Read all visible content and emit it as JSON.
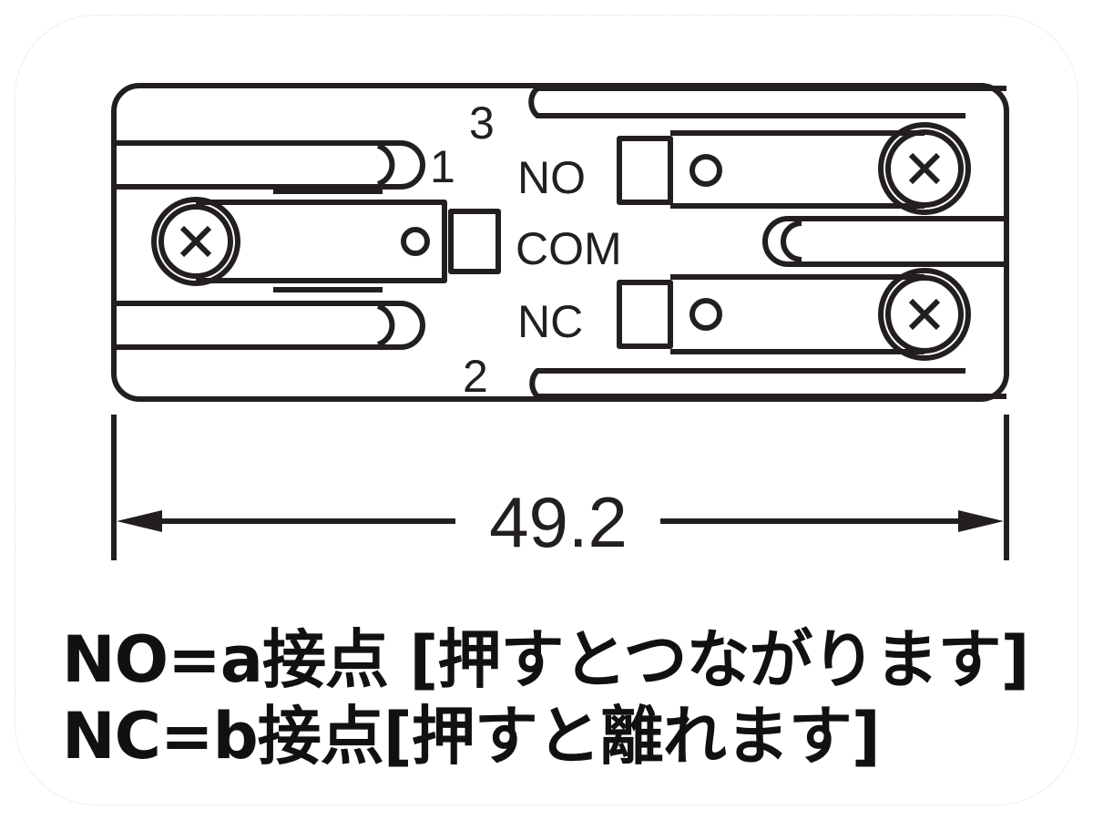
{
  "diagram": {
    "terminals": {
      "pin3": "3",
      "pin1": "1",
      "pin2": "2",
      "no": "NO",
      "com": "COM",
      "nc": "NC"
    },
    "dimension": "49.2"
  },
  "captions": {
    "line1": "NO=a接点 [押すとつながります]",
    "line2": "NC=b接点[押すと離れます]"
  },
  "colors": {
    "stroke": "#231f20",
    "background": "#ffffff"
  }
}
